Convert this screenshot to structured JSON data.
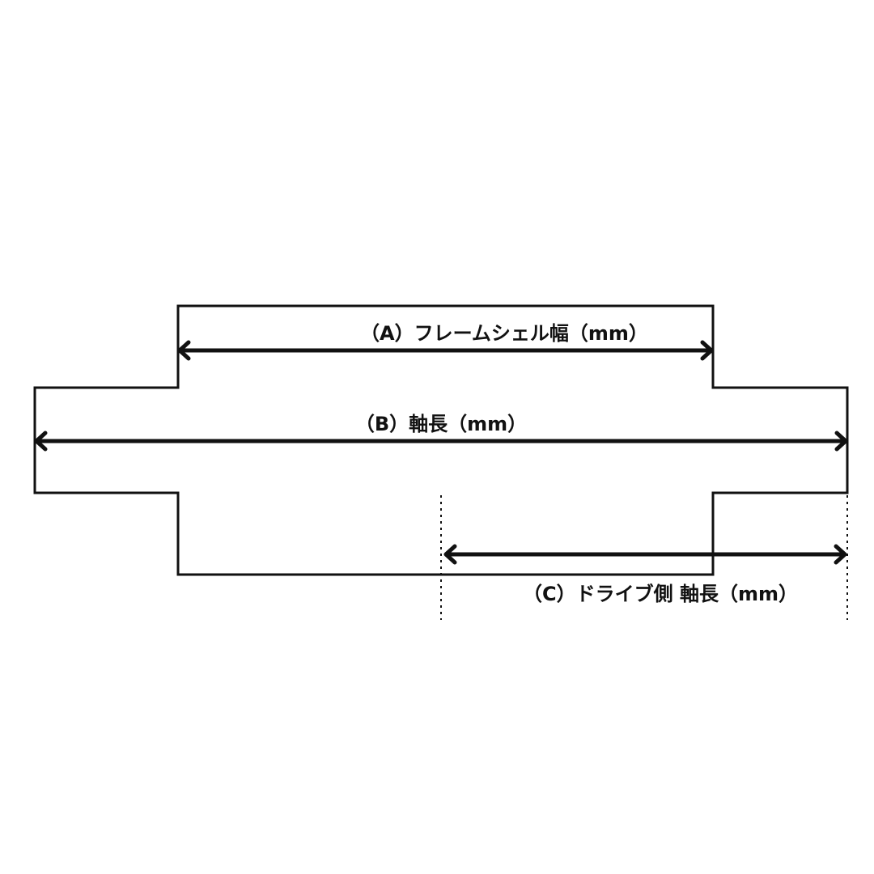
{
  "diagram": {
    "labels": {
      "frame_shell_width": "（A）フレームシェル幅（mm）",
      "shaft_length": "（B）軸長（mm）",
      "drive_side_shaft_length": "（C）ドライブ側 軸長（mm）"
    },
    "colors": {
      "line": "#111111",
      "background": "#ffffff"
    }
  }
}
